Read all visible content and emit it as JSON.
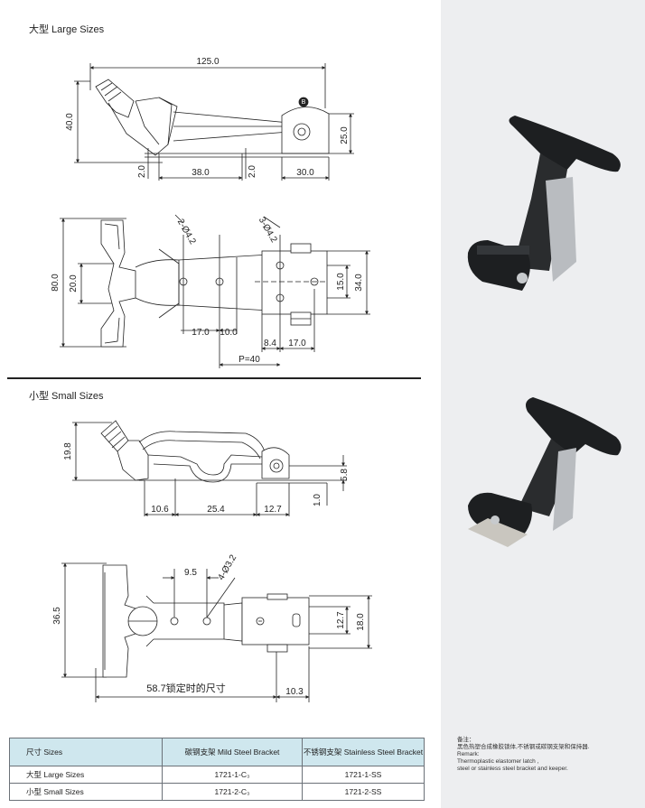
{
  "sections": {
    "large_title": "大型 Large Sizes",
    "small_title": "小型 Small Sizes"
  },
  "large_side": {
    "overall": "125.0",
    "height": "40.0",
    "bracket_height": "25.0",
    "gap_a": "2.0",
    "gap_b": "2.0",
    "span_a": "38.0",
    "span_b": "30.0",
    "hole_mark": "B"
  },
  "large_top": {
    "width": "80.0",
    "inner": "20.0",
    "holes_a": "2-Ø4.2",
    "holes_b": "3-Ø4.2",
    "d1": "17.0",
    "d2": "10.0",
    "d3": "8.4",
    "d4": "17.0",
    "pitch": "P=40",
    "h1": "15.0",
    "h2": "34.0"
  },
  "small_side": {
    "height": "19.8",
    "d1": "10.6",
    "d2": "25.4",
    "d3": "12.7",
    "h1": "5.8",
    "h2": "1.0"
  },
  "small_top": {
    "height": "36.5",
    "d1": "9.5",
    "holes": "4-Ø3.2",
    "h1": "12.7",
    "h2": "18.0",
    "locked": "58.7锁定时的尺寸",
    "d2": "10.3"
  },
  "table": {
    "headers": [
      "尺寸 Sizes",
      "碳钢支架 Mild Steel Bracket",
      "不锈钢支架 Stainless Steel Bracket"
    ],
    "rows": [
      [
        "大型 Large Sizes",
        "1721-1-C₃",
        "1721-1-SS"
      ],
      [
        "小型 Small Sizes",
        "1721-2-C₃",
        "1721-2-SS"
      ]
    ]
  },
  "remark": {
    "label_cn": "备注：",
    "text_cn": "黑色热塑合成橡胶锁体,不锈钢或碳钢支架和保持器.",
    "label_en": "Remark:",
    "text_en1": "Thermoplastic elastomer latch ,",
    "text_en2": "steel or stainless steel bracket and keeper."
  },
  "colors": {
    "panel": "#edeef0",
    "table_header": "#cfe7ee",
    "latch_body": "#1d1f21",
    "steel": "#b9bcc0"
  }
}
